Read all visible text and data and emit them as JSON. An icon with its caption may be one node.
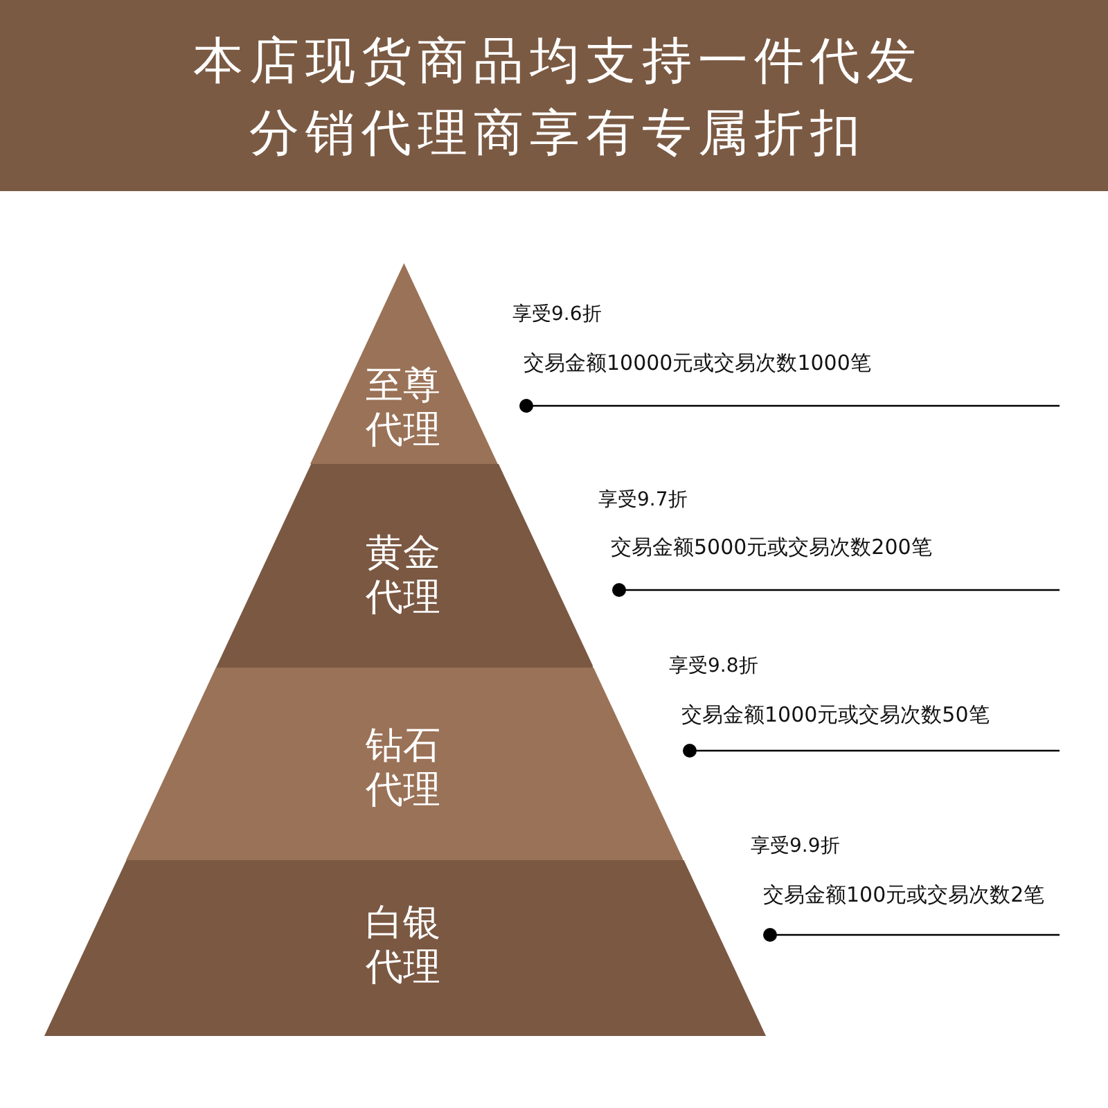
{
  "diagram": {
    "title": "本店现货商品均支持一件代发分销代理商享有专属折扣",
    "nodes": [
      {
        "text": [
          "至尊代理"
        ],
        "beside": [
          "享受9.6折",
          "交易金额10000元或交易次数1000笔"
        ]
      },
      {
        "text": [
          "黄金代理"
        ],
        "beside": [
          "享受9.7折",
          "交易金额5000元或交易次数200笔"
        ]
      },
      {
        "text": [
          "钻石代理"
        ],
        "beside": [
          "享受9.8折",
          "交易金额1000元或交易次数50笔"
        ]
      },
      {
        "text": [
          "白银代理"
        ],
        "beside": [
          "享受9.9折",
          "交易金额100元或交易次数2笔"
        ]
      }
    ]
  }
}
